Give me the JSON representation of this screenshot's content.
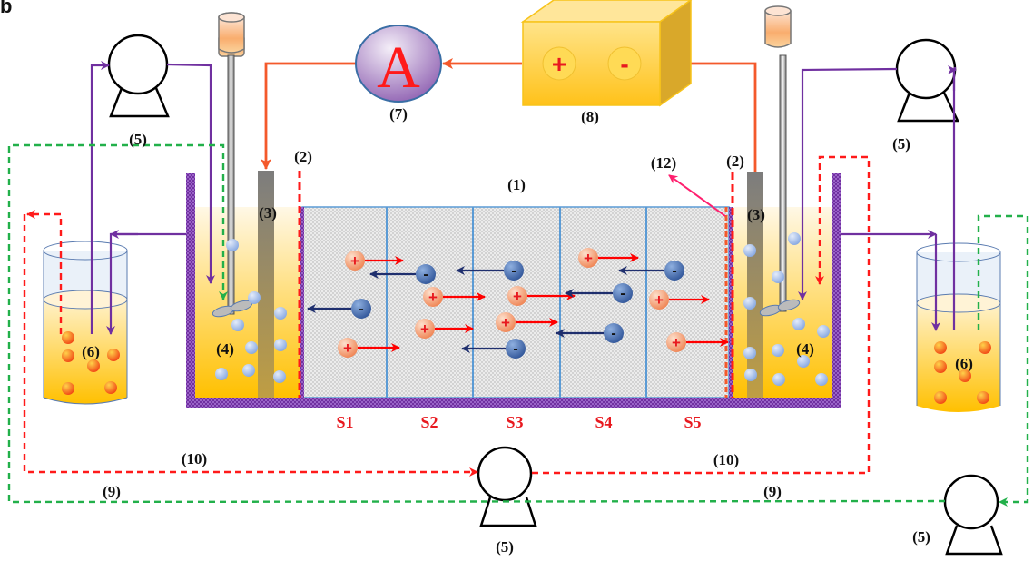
{
  "figure": {
    "panel_letter": "b",
    "colors": {
      "purple_line": "#7030a0",
      "orange_wire": "#f4592b",
      "red_dashed": "#ff1a1a",
      "green_dashed": "#22b04a",
      "cation": "#f08050",
      "anion": "#2f5597",
      "cation_arrow": "#ff0000",
      "anion_arrow": "#1f2f6e",
      "solution": "#ffc000",
      "cell_wall": "#7030a0",
      "compartment_line": "#5b9bd5",
      "membrane_pointer": "#ff1f6e"
    },
    "labels": {
      "cell": "(1)",
      "membrane_left": "(2)",
      "membrane_right": "(2)",
      "electrode_left": "(3)",
      "electrode_right": "(3)",
      "electrolyte_left": "(4)",
      "electrolyte_right": "(4)",
      "pump_top_left": "(5)",
      "pump_top_right": "(5)",
      "pump_bottom_center": "(5)",
      "pump_bottom_right": "(5)",
      "reservoir_left": "(6)",
      "reservoir_right": "(6)",
      "ammeter": "(7)",
      "power_supply": "(8)",
      "line_green": "(9)",
      "line_green_right": "(9)",
      "line_red": "(10)",
      "line_red_right": "(10)",
      "extra_membrane": "(12)"
    },
    "ammeter_symbol": "A",
    "power_plus": "+",
    "power_minus": "-",
    "sections": [
      "S1",
      "S2",
      "S3",
      "S4",
      "S5"
    ],
    "ion_plus": "+",
    "ion_minus": "-"
  }
}
